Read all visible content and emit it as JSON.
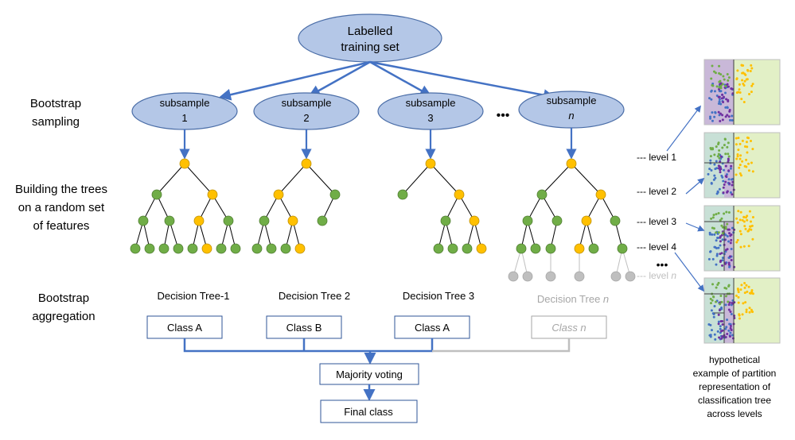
{
  "root": {
    "line1": "Labelled",
    "line2": "training set"
  },
  "rows": {
    "bootstrap_sampling": [
      "Bootstrap",
      "sampling"
    ],
    "building": [
      "Building the trees",
      "on a random set",
      "of features"
    ],
    "aggregation": [
      "Bootstrap",
      "aggregation"
    ]
  },
  "subsamples": [
    {
      "label": "subsample",
      "index": "1"
    },
    {
      "label": "subsample",
      "index": "2"
    },
    {
      "label": "subsample",
      "index": "3"
    },
    {
      "label": "subsample",
      "index": "n"
    }
  ],
  "ellipsis": "•••",
  "trees": [
    {
      "name": "Decision Tree-1",
      "class": "Class A"
    },
    {
      "name": "Decision Tree 2",
      "class": "Class B"
    },
    {
      "name": "Decision Tree 3",
      "class": "Class A"
    },
    {
      "name": "Decision Tree ",
      "name_italic": "n",
      "class": "Class n"
    }
  ],
  "majority": "Majority voting",
  "final": "Final class",
  "levels": [
    "--- level 1",
    "--- level 2",
    "--- level 3",
    "--- level 4",
    "--- level "
  ],
  "level_n_italic": "n",
  "caption": [
    "hypothetical",
    "example of partition",
    "representation of",
    "classification tree",
    "across levels"
  ],
  "colors": {
    "ellipse_fill": "#b4c7e7",
    "ellipse_stroke": "#4a6da7",
    "arrow": "#4472c4",
    "green": "#70ad47",
    "orange": "#ffc000",
    "grey": "#bfbfbf",
    "panel_purple": "#c9b8d8",
    "panel_teal": "#c8e0d6",
    "panel_lime": "#e2f0c6",
    "dot_blue": "#4472c4",
    "dot_purple": "#7030a0"
  }
}
